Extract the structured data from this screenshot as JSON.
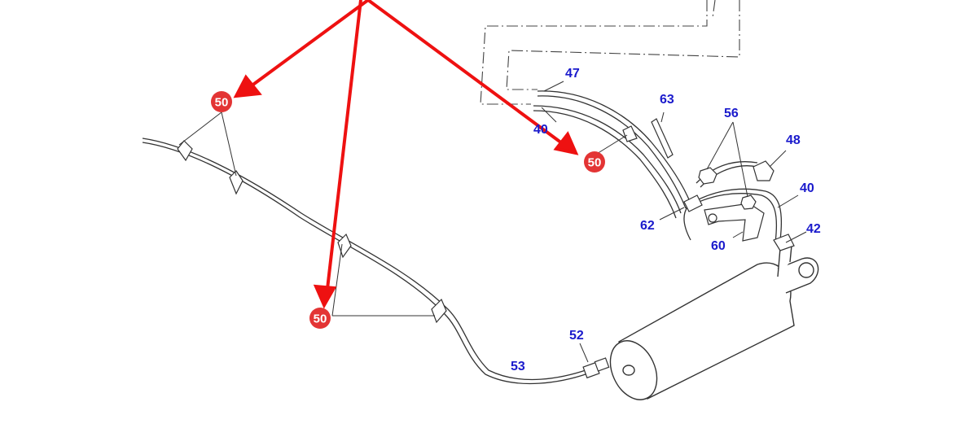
{
  "colors": {
    "callout_text": "#1a1acc",
    "badge_fill": "#e33434",
    "arrow": "#ee1111",
    "line": "#333333"
  },
  "callouts": [
    {
      "id": "c47",
      "text": "47"
    },
    {
      "id": "c40a",
      "text": "40"
    },
    {
      "id": "c63",
      "text": "63"
    },
    {
      "id": "c56",
      "text": "56"
    },
    {
      "id": "c48",
      "text": "48"
    },
    {
      "id": "c40b",
      "text": "40"
    },
    {
      "id": "c62",
      "text": "62"
    },
    {
      "id": "c42",
      "text": "42"
    },
    {
      "id": "c60",
      "text": "60"
    },
    {
      "id": "c52",
      "text": "52"
    },
    {
      "id": "c53",
      "text": "53"
    }
  ],
  "badges": [
    {
      "id": "b1",
      "text": "50"
    },
    {
      "id": "b2",
      "text": "50"
    },
    {
      "id": "b3",
      "text": "50"
    }
  ]
}
